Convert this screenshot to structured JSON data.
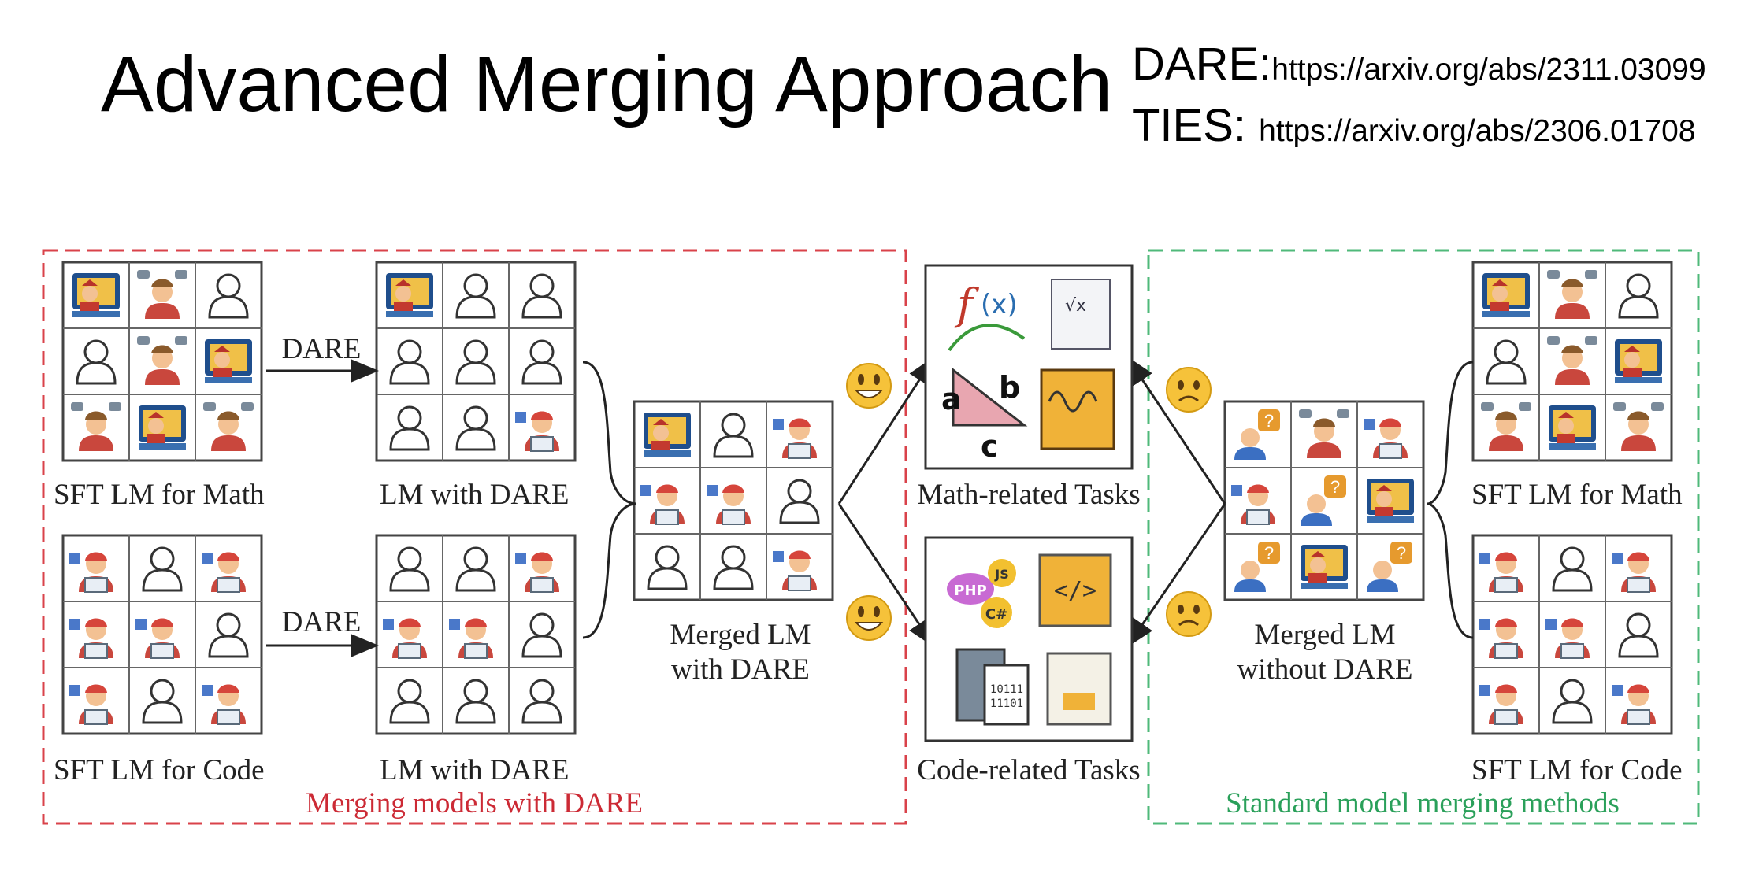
{
  "title": "Advanced Merging Approach",
  "references": [
    {
      "key": "DARE:",
      "url": "https://arxiv.org/abs/2311.03099"
    },
    {
      "key": "TIES: ",
      "url": "https://arxiv.org/abs/2306.01708"
    }
  ],
  "diagram": {
    "left_group_label": "Merging models with DARE",
    "right_group_label": "Standard model merging methods",
    "dare_label": "DARE",
    "sft_math": "SFT LM for Math",
    "sft_code": "SFT LM for Code",
    "lm_with_dare": "LM with DARE",
    "merged_with_dare": [
      "Merged LM",
      "with DARE"
    ],
    "merged_without_dare": [
      "Merged LM",
      "without DARE"
    ],
    "math_tasks": "Math-related Tasks",
    "code_tasks": "Code-related Tasks",
    "icons": {
      "math_expert": "math-teacher-icon",
      "code_expert": "programmer-icon",
      "chatbot": "chat-person-icon",
      "empty": "empty-person-icon",
      "question": "question-person-icon",
      "happy": "happy-face-icon",
      "sad": "sad-face-icon"
    },
    "colors": {
      "red_dash": "#d9424a",
      "green_dash": "#4fb97a"
    }
  }
}
